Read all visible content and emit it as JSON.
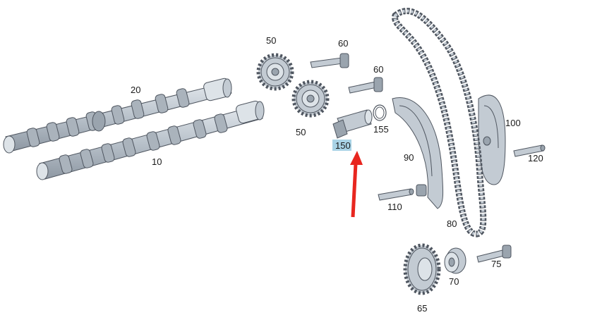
{
  "labels": {
    "camshaft_exhaust": "20",
    "camshaft_intake": "10",
    "sprocket_top": "50",
    "sprocket_bottom": "50",
    "bolt_upper": "60",
    "bolt_lower": "60",
    "tensioner": "150",
    "seal_ring": "155",
    "guide_rail": "90",
    "tensioner_rail": "100",
    "pin_right": "120",
    "pin_left": "110",
    "timing_chain": "80",
    "crank_gear": "65",
    "washer": "70",
    "bolt_crank": "75"
  },
  "highlight": {
    "part": "150",
    "highlight_color": "#a9d3e6",
    "arrow_color": "#e8261f"
  }
}
